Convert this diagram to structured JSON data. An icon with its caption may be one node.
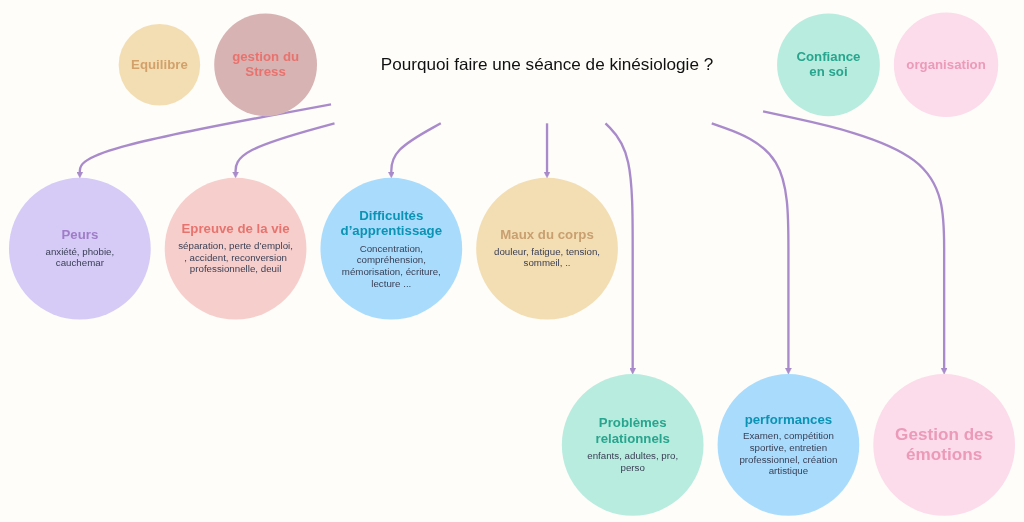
{
  "diagram": {
    "nodes": [
      {
        "text": [
          "Pourquoi faire une séance de kinésiologie ?"
        ]
      },
      {
        "text": [
          "Peurs",
          "anxiété, phobie, cauchemar"
        ]
      },
      {
        "text": [
          "Epreuve de la vie",
          "séparation, perte d’emploi, , accident, reconversion professionnelle, deuil"
        ]
      },
      {
        "text": [
          "Confiance en soi"
        ]
      },
      {
        "text": [
          "Difficultés d’apprentissage",
          "Concentration, compréhension, mémorisation, écriture, lecture ..."
        ]
      },
      {
        "text": [
          "Equilibre"
        ]
      },
      {
        "text": [
          "organisation"
        ]
      },
      {
        "text": [
          "gestion du Stress"
        ]
      },
      {
        "text": [
          "Maux du corps",
          "douleur, fatigue, tension, sommeil, .."
        ]
      },
      {
        "text": [
          "Problèmes relationnels",
          "enfants, adultes, pro, perso"
        ]
      },
      {
        "text": [
          "performances",
          "Examen, compétition sportive, entretien professionnel, création artistique"
        ]
      },
      {
        "text": [
          "Gestion des émotions"
        ]
      }
    ],
    "edges": [
      {
        "from": 0,
        "to": 1,
        "arrow": "to"
      },
      {
        "from": 0,
        "to": 2,
        "arrow": "to"
      },
      {
        "from": 0,
        "to": 4,
        "arrow": "to"
      },
      {
        "from": 0,
        "to": 8,
        "arrow": "to"
      },
      {
        "from": 0,
        "to": 9,
        "arrow": "to"
      },
      {
        "from": 0,
        "to": 10,
        "arrow": "to"
      },
      {
        "from": 0,
        "to": 11,
        "arrow": "to"
      }
    ]
  }
}
